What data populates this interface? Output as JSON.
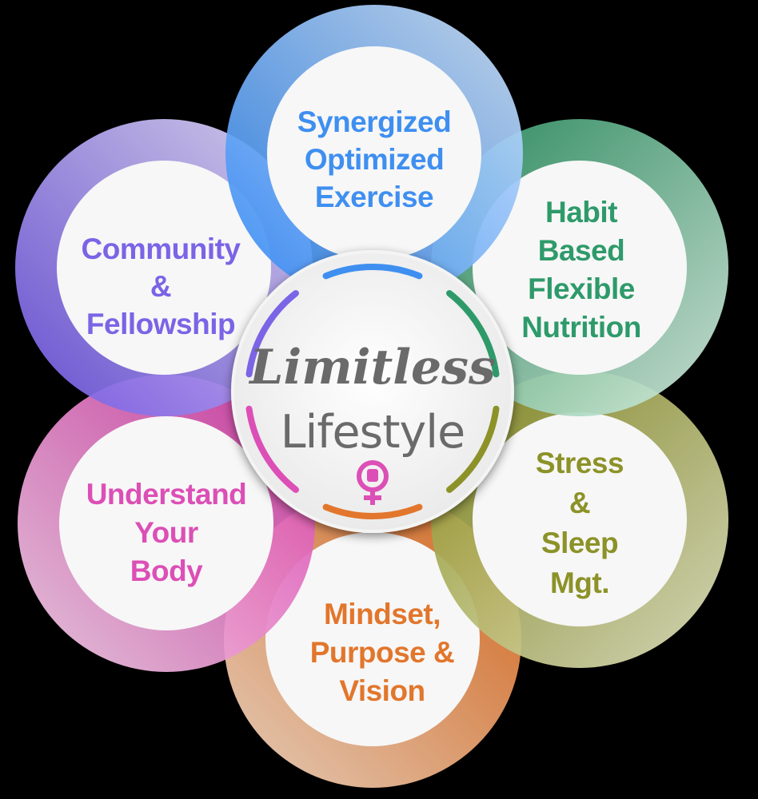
{
  "title": {
    "line1": "Limitless",
    "line2": "Lifestyle"
  },
  "center_icon": "female-fist-icon",
  "colors": {
    "blue": "#3f8ff0",
    "green": "#2e9a6a",
    "olive": "#8c9228",
    "orange": "#e2762c",
    "pink": "#dc4fb6",
    "purple": "#7b64e6",
    "center_text": "#6a6a6a"
  },
  "petals": [
    {
      "id": "exercise",
      "lines": [
        "Synergized",
        "Optimized",
        "Exercise"
      ],
      "color": "#3f8ff0"
    },
    {
      "id": "nutrition",
      "lines": [
        "Habit",
        "Based",
        "Flexible",
        "Nutrition"
      ],
      "color": "#2e9a6a"
    },
    {
      "id": "stress",
      "lines": [
        "Stress",
        "&",
        "Sleep",
        "Mgt."
      ],
      "color": "#8c9228"
    },
    {
      "id": "mindset",
      "lines": [
        "Mindset,",
        "Purpose &",
        "Vision"
      ],
      "color": "#e2762c"
    },
    {
      "id": "body",
      "lines": [
        "Understand",
        "Your",
        "Body"
      ],
      "color": "#dc4fb6"
    },
    {
      "id": "community",
      "lines": [
        "Community",
        "&",
        "Fellowship"
      ],
      "color": "#7b64e6"
    }
  ]
}
